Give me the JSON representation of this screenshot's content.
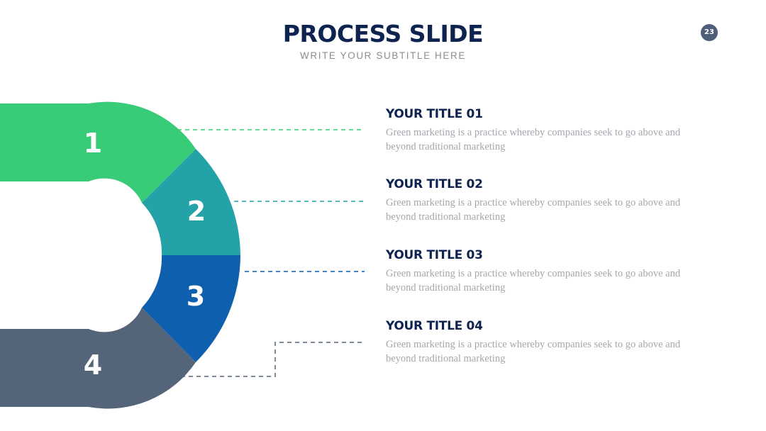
{
  "slide": {
    "title": "PROCESS SLIDE",
    "subtitle": "WRITE YOUR SUBTITLE HERE",
    "page_number": "23"
  },
  "steps": [
    {
      "number": "1",
      "color": "#38cb78",
      "connector_color": "#38cb78",
      "title": "YOUR TITLE 01",
      "text": "Green marketing is a practice whereby companies seek to go above and beyond traditional marketing"
    },
    {
      "number": "2",
      "color": "#23a3a7",
      "connector_color": "#23a3a7",
      "title": "YOUR TITLE 02",
      "text": "Green marketing is a practice whereby companies seek to go above and beyond traditional marketing"
    },
    {
      "number": "3",
      "color": "#0e5fae",
      "connector_color": "#0e5fae",
      "title": "YOUR TITLE 03",
      "text": "Green marketing is a practice whereby companies seek to go above and beyond traditional marketing"
    },
    {
      "number": "4",
      "color": "#546579",
      "connector_color": "#546579",
      "title": "YOUR TITLE 04",
      "text": "Green marketing is a practice whereby companies seek to go above and beyond traditional marketing"
    }
  ]
}
